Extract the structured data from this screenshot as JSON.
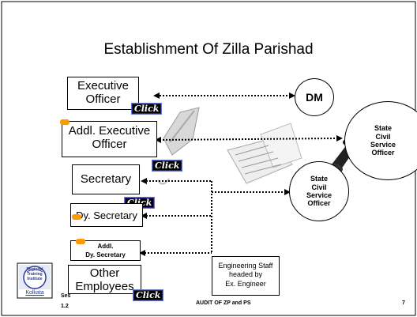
{
  "slide": {
    "title": "Establishment Of Zilla Parishad",
    "page_number": "7",
    "footer_center": "AUDIT OF ZP and PS",
    "footer_left_line1": "Ses",
    "footer_left_line2": "1.2"
  },
  "logo": {
    "line1": "Regional",
    "line2": "Training",
    "line3": "Institute",
    "city": "Kolkata"
  },
  "posts": {
    "executive_officer_line1": "Executive",
    "executive_officer_line2": "Officer",
    "addl_executive_officer_line1": "Addl. Executive",
    "addl_executive_officer_line2": "Officer",
    "secretary": "Secretary",
    "dy_secretary": "Dy. Secretary",
    "addl_dy_secretary_line1": "Addl.",
    "addl_dy_secretary_line2": "Dy. Secretary",
    "other_employees_line1": "Other",
    "other_employees_line2": "Employees"
  },
  "nodes": {
    "dm": "DM",
    "state_civil_service_officer_line1": "State",
    "state_civil_service_officer_line2": "Civil",
    "state_civil_service_officer_line3": "Service",
    "state_civil_service_officer_line4": "Officer"
  },
  "engineering": {
    "line1": "Engineering Staff",
    "line2": "headed by",
    "line3": "Ex. Engineer"
  },
  "click_label": "Click",
  "colors": {
    "badge": "#ff9900",
    "click_bg": "#000000",
    "click_border": "#6677cc"
  }
}
